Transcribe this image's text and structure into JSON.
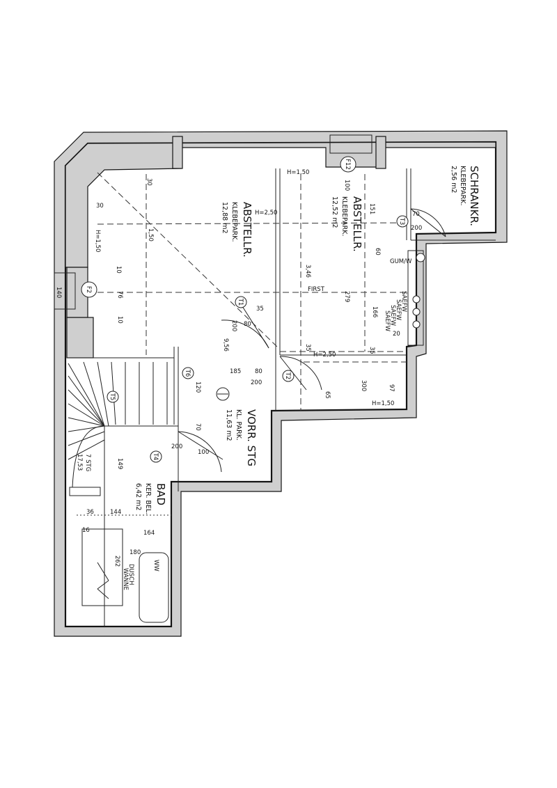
{
  "rooms": {
    "abstellr_1": {
      "name": "ABSTELLR.",
      "floor": "KLEBEPARK.",
      "area": "12,88 m2"
    },
    "abstellr_2": {
      "name": "ABSTELLR.",
      "floor": "KLEBEPARK.",
      "area": "12,52 m2"
    },
    "schrankr": {
      "name": "SCHRANKR.",
      "floor": "KLEBEPARK.",
      "area": "2,56 m2"
    },
    "vorr": {
      "name": "VORR. STG",
      "floor": "KL. PARK.",
      "area": "11,63 m2"
    },
    "bad": {
      "name": "BAD",
      "floor": "KER. BEL.",
      "area": "6,42 m2"
    }
  },
  "labels": {
    "h150_a": "H=1,50",
    "h150_b": "H=1,50",
    "h150_c": "H=1,50",
    "h250_a": "H=2,50",
    "h250_b": "H=2,50",
    "first": "FIRST",
    "stg_a": "7 STG",
    "stg_b": "17,53",
    "saef": "SAEFW",
    "saef2": "SAEFW",
    "saef3": "SAEFW",
    "saef4": "SAEFW",
    "ww": "WW",
    "gum": "GUM/W",
    "dusche": "DUSCH",
    "wanne": "WANNE"
  },
  "markers": {
    "f12": "F12",
    "f2": "F2",
    "t1": "T1",
    "t2": "T2",
    "t3": "T3",
    "t4": "T4",
    "t5": "T5",
    "t6": "T6"
  },
  "dims": {
    "d30a": "30",
    "d30b": "30",
    "d150": "1,50",
    "d76": "76",
    "d10a": "10",
    "d10b": "10",
    "d80a": "80",
    "d80b": "80",
    "d35a": "35",
    "d35b": "35",
    "d35c": "35",
    "d200a": "200",
    "d200b": "200",
    "d200c": "200",
    "d200d": "200",
    "d70a": "70",
    "d70b": "70",
    "d100a": "100",
    "d100b": "100",
    "d151": "151",
    "d346": "3,46",
    "d279": "279",
    "d166": "166",
    "d185": "185",
    "d97": "97",
    "d65": "65",
    "d300": "300",
    "d120": "120",
    "d149": "149",
    "d144": "144",
    "d164": "164",
    "d180": "180",
    "d262": "262",
    "d16": "16",
    "d36": "36",
    "d140": "140",
    "d60": "60",
    "d956": "9,56",
    "d20": "20"
  }
}
